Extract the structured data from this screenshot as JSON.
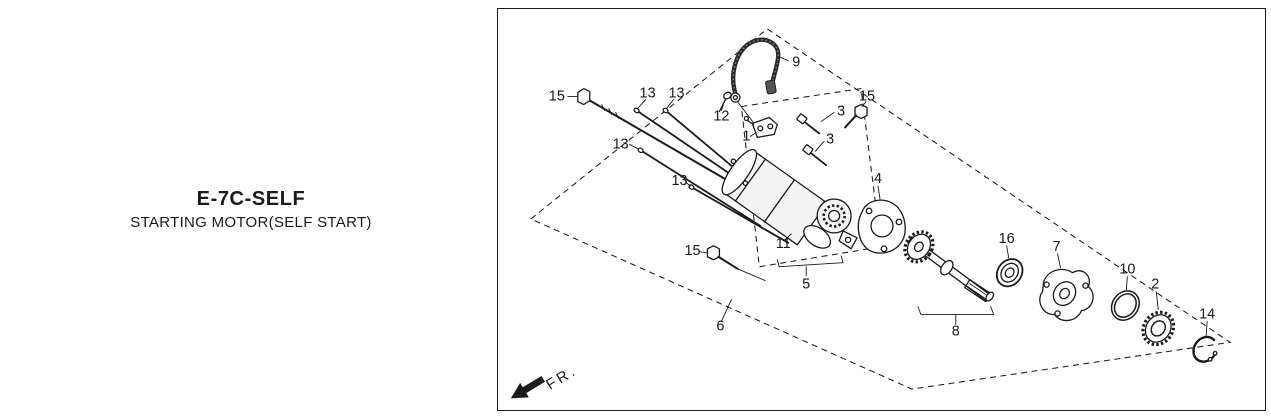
{
  "header": {
    "title": "E-7C-SELF",
    "subtitle": "STARTING MOTOR(SELF START)"
  },
  "diagram": {
    "fr_label": "FR.",
    "labels": {
      "l1": "1",
      "l2": "2",
      "l3a": "3",
      "l3b": "3",
      "l4": "4",
      "l5": "5",
      "l6": "6",
      "l7": "7",
      "l8": "8",
      "l9": "9",
      "l10": "10",
      "l11": "11",
      "l12": "12",
      "l13a": "13",
      "l13b": "13",
      "l13c": "13",
      "l13d": "13",
      "l14": "14",
      "l15a": "15",
      "l15b": "15",
      "l15c": "15",
      "l16": "16"
    }
  },
  "colors": {
    "ink": "#1a1a1a",
    "paper": "#ffffff"
  }
}
